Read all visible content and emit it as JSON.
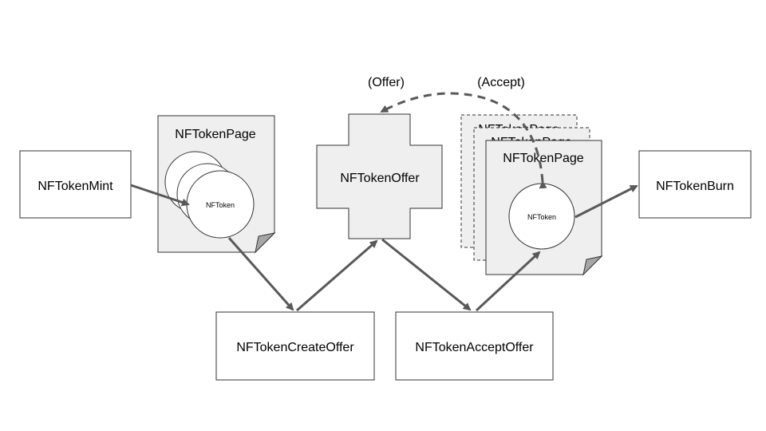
{
  "labels": {
    "offer_annotation": "(Offer)",
    "accept_annotation": "(Accept)",
    "mint": "NFTokenMint",
    "page_left": "NFTokenPage",
    "token_left": "NFToken",
    "create_offer": "NFTokenCreateOffer",
    "offer_object": "NFTokenOffer",
    "accept_offer": "NFTokenAcceptOffer",
    "page_back_2": "NFTokenPage",
    "page_back_1": "NFTokenPage",
    "page_right": "NFTokenPage",
    "token_right": "NFToken",
    "burn": "NFTokenBurn"
  },
  "colors": {
    "box_stroke": "#333333",
    "page_fill": "#efefef",
    "arrow": "#595959",
    "fold": "#a6a6a6"
  }
}
